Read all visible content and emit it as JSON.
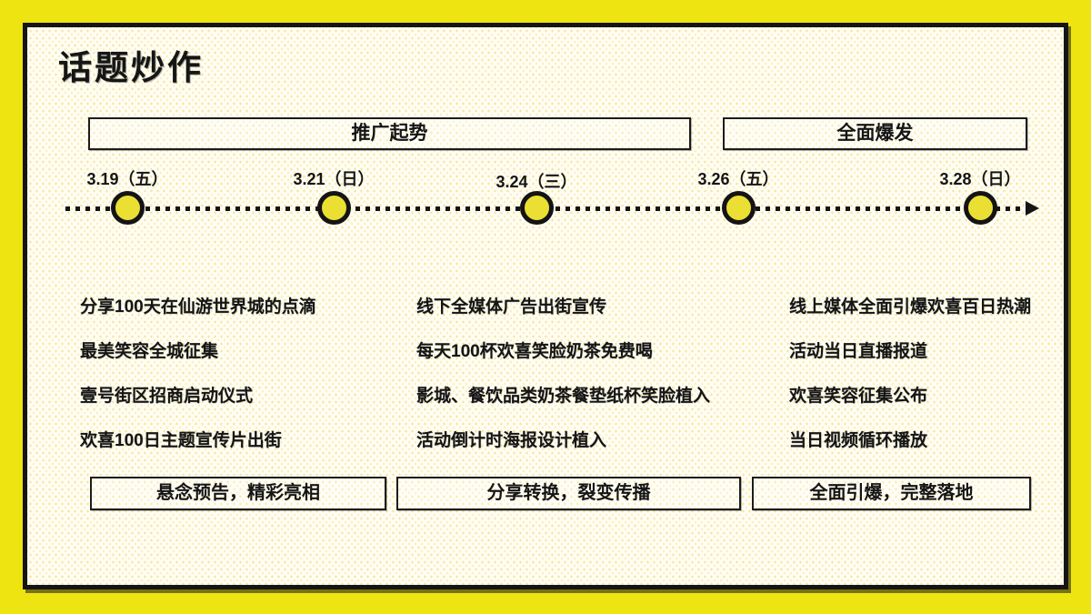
{
  "slide": {
    "title": "话题炒作"
  },
  "phases": [
    {
      "label": "推广起势"
    },
    {
      "label": "全面爆发"
    }
  ],
  "timeline": {
    "milestones": [
      {
        "date": "3.19（五）"
      },
      {
        "date": "3.21（日）"
      },
      {
        "date": "3.24（三）"
      },
      {
        "date": "3.26（五）"
      },
      {
        "date": "3.28（日）"
      }
    ]
  },
  "columns": [
    {
      "items": [
        "分享100天在仙游世界城的点滴",
        "最美笑容全城征集",
        "壹号街区招商启动仪式",
        "欢喜100日主题宣传片出街"
      ]
    },
    {
      "items": [
        "线下全媒体广告出街宣传",
        "每天100杯欢喜笑脸奶茶免费喝",
        "影城、餐饮品类奶茶餐垫纸杯笑脸植入",
        "活动倒计时海报设计植入"
      ]
    },
    {
      "items": [
        "线上媒体全面引爆欢喜百日热潮",
        "活动当日直播报道",
        "欢喜笑容征集公布",
        "当日视频循环播放"
      ]
    }
  ],
  "strategies": [
    {
      "label": "悬念预告，精彩亮相"
    },
    {
      "label": "分享转换，裂变传播"
    },
    {
      "label": "全面引爆，完整落地"
    }
  ],
  "colors": {
    "frame_yellow": "#EDE412",
    "node_yellow": "#EBDF33",
    "ink_black": "#151515",
    "panel_bg": "#FFFDF3"
  }
}
